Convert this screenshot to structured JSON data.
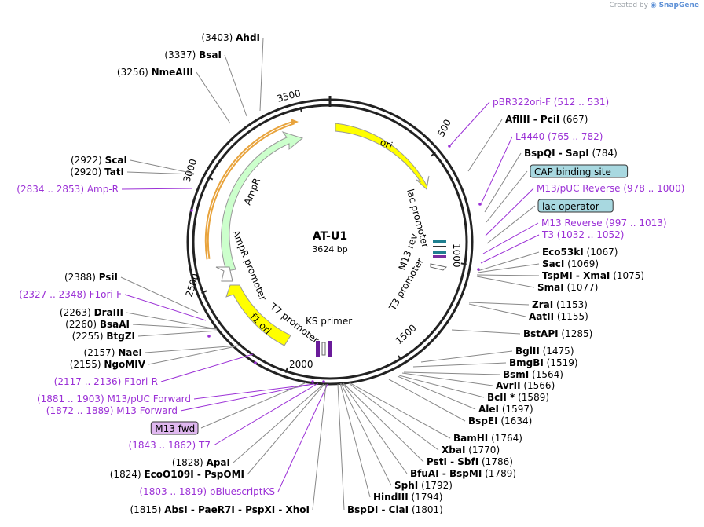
{
  "credit": {
    "prefix": "Created by",
    "brand": "SnapGene"
  },
  "plasmid": {
    "name": "AT-U1",
    "size": "3624 bp"
  },
  "ticks": [
    "500",
    "1000",
    "1500",
    "2000",
    "2500",
    "3000",
    "3500"
  ],
  "features": [
    {
      "label": "ori",
      "type": "arrow",
      "color": "#ffff00"
    },
    {
      "label": "AmpR",
      "type": "arrow",
      "color": "#ccffcc"
    },
    {
      "label": "f1 ori",
      "type": "arrow",
      "color": "#ffff00"
    },
    {
      "label": "AmpR promoter",
      "type": "arrow",
      "color": "#ffffff"
    },
    {
      "label": "lac promoter",
      "type": "arrow",
      "color": "#ffffff"
    },
    {
      "label": "M13 rev",
      "type": "primer"
    },
    {
      "label": "T3 promoter",
      "type": "arrow"
    },
    {
      "label": "T7 promoter",
      "type": "arrow"
    },
    {
      "label": "KS primer",
      "type": "primer"
    }
  ],
  "right_labels": [
    {
      "name": "pBR322ori-F",
      "pos": "(512 .. 531)",
      "kind": "feature"
    },
    {
      "name": "AflIII - PciI",
      "pos": "(667)",
      "kind": "enzyme"
    },
    {
      "name": "L4440",
      "pos": "(765 .. 782)",
      "kind": "feature"
    },
    {
      "name": "BspQI - SapI",
      "pos": "(784)",
      "kind": "enzyme"
    },
    {
      "name": "CAP binding site",
      "pos": "",
      "kind": "box-blue"
    },
    {
      "name": "M13/pUC Reverse",
      "pos": "(978 .. 1000)",
      "kind": "feature"
    },
    {
      "name": "lac operator",
      "pos": "",
      "kind": "box-blue"
    },
    {
      "name": "M13 Reverse",
      "pos": "(997 .. 1013)",
      "kind": "feature"
    },
    {
      "name": "T3",
      "pos": "(1032 .. 1052)",
      "kind": "feature"
    },
    {
      "name": "Eco53kI",
      "pos": "(1067)",
      "kind": "enzyme"
    },
    {
      "name": "SacI",
      "pos": "(1069)",
      "kind": "enzyme"
    },
    {
      "name": "TspMI - XmaI",
      "pos": "(1075)",
      "kind": "enzyme"
    },
    {
      "name": "SmaI",
      "pos": "(1077)",
      "kind": "enzyme"
    },
    {
      "name": "ZraI",
      "pos": "(1153)",
      "kind": "enzyme"
    },
    {
      "name": "AatII",
      "pos": "(1155)",
      "kind": "enzyme"
    },
    {
      "name": "BstAPI",
      "pos": "(1285)",
      "kind": "enzyme"
    },
    {
      "name": "BglII",
      "pos": "(1475)",
      "kind": "enzyme"
    },
    {
      "name": "BmgBI",
      "pos": "(1519)",
      "kind": "enzyme"
    },
    {
      "name": "BsmI",
      "pos": "(1564)",
      "kind": "enzyme"
    },
    {
      "name": "AvrII",
      "pos": "(1566)",
      "kind": "enzyme"
    },
    {
      "name": "BclI *",
      "pos": "(1589)",
      "kind": "enzyme"
    },
    {
      "name": "AleI",
      "pos": "(1597)",
      "kind": "enzyme"
    },
    {
      "name": "BspEI",
      "pos": "(1634)",
      "kind": "enzyme"
    },
    {
      "name": "BamHI",
      "pos": "(1764)",
      "kind": "enzyme"
    },
    {
      "name": "XbaI",
      "pos": "(1770)",
      "kind": "enzyme"
    },
    {
      "name": "PstI - SbfI",
      "pos": "(1786)",
      "kind": "enzyme"
    },
    {
      "name": "BfuAI - BspMI",
      "pos": "(1789)",
      "kind": "enzyme"
    },
    {
      "name": "SphI",
      "pos": "(1792)",
      "kind": "enzyme"
    },
    {
      "name": "HindIII",
      "pos": "(1794)",
      "kind": "enzyme"
    },
    {
      "name": "BspDI - ClaI",
      "pos": "(1801)",
      "kind": "enzyme"
    }
  ],
  "left_labels": [
    {
      "name": "AhdI",
      "pos": "(3403)",
      "kind": "enzyme"
    },
    {
      "name": "BsaI",
      "pos": "(3337)",
      "kind": "enzyme"
    },
    {
      "name": "NmeAIII",
      "pos": "(3256)",
      "kind": "enzyme"
    },
    {
      "name": "ScaI",
      "pos": "(2922)",
      "kind": "enzyme"
    },
    {
      "name": "TatI",
      "pos": "(2920)",
      "kind": "enzyme"
    },
    {
      "name": "Amp-R",
      "pos": "(2834 .. 2853)",
      "kind": "feature"
    },
    {
      "name": "PsiI",
      "pos": "(2388)",
      "kind": "enzyme"
    },
    {
      "name": "F1ori-F",
      "pos": "(2327 .. 2348)",
      "kind": "feature"
    },
    {
      "name": "DraIII",
      "pos": "(2263)",
      "kind": "enzyme"
    },
    {
      "name": "BsaAI",
      "pos": "(2260)",
      "kind": "enzyme"
    },
    {
      "name": "BtgZI",
      "pos": "(2255)",
      "kind": "enzyme"
    },
    {
      "name": "NaeI",
      "pos": "(2157)",
      "kind": "enzyme"
    },
    {
      "name": "NgoMIV",
      "pos": "(2155)",
      "kind": "enzyme"
    },
    {
      "name": "F1ori-R",
      "pos": "(2117 .. 2136)",
      "kind": "feature"
    },
    {
      "name": "M13/pUC Forward",
      "pos": "(1881 .. 1903)",
      "kind": "feature"
    },
    {
      "name": "M13 Forward",
      "pos": "(1872 .. 1889)",
      "kind": "feature"
    },
    {
      "name": "M13 fwd",
      "pos": "",
      "kind": "box-purple"
    },
    {
      "name": "T7",
      "pos": "(1843 .. 1862)",
      "kind": "feature"
    },
    {
      "name": "ApaI",
      "pos": "(1828)",
      "kind": "enzyme"
    },
    {
      "name": "EcoO109I - PspOMI",
      "pos": "(1824)",
      "kind": "enzyme"
    },
    {
      "name": "pBluescriptKS",
      "pos": "(1803 .. 1819)",
      "kind": "feature"
    },
    {
      "name": "AbsI - PaeR7I - PspXI - XhoI",
      "pos": "(1815)",
      "kind": "enzyme"
    }
  ],
  "colors": {
    "feature_text": "#9b30d6",
    "ori": "#ffff00",
    "ampr": "#ccffcc",
    "blue_box": "#a8d8e0",
    "purple_box": "#e0b8f0",
    "orange": "#e8a33c"
  }
}
